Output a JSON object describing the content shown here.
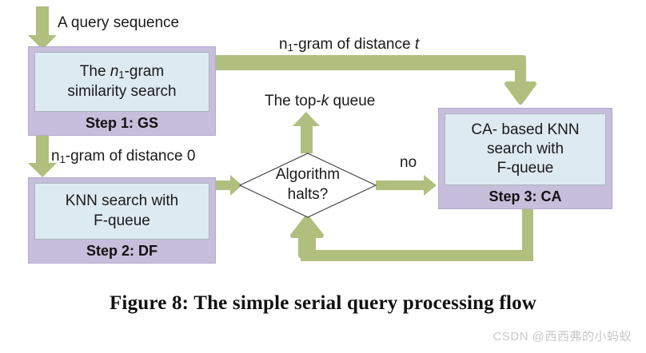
{
  "figure": {
    "caption": "Figure 8: The simple serial query processing flow",
    "watermark": "CSDN @西西弗的小蚂蚁"
  },
  "colors": {
    "arrow": "#b0bf7e",
    "box_outer": "#c6bedb",
    "box_inner": "#deeaf2",
    "diamond_stroke": "#404040",
    "text": "#1a1a1a",
    "watermark": "#c8c8c8"
  },
  "nodes": {
    "step1": {
      "line1_pre": "The ",
      "line1_var": "n",
      "line1_sub": "1",
      "line1_post": "-gram",
      "line2": "similarity search",
      "label": "Step 1: GS"
    },
    "step2": {
      "line1": "KNN search with",
      "line2": "F-queue",
      "label": "Step 2: DF"
    },
    "step3": {
      "line1": "CA- based KNN",
      "line2": "search with",
      "line3": "F-queue",
      "label": "Step 3: CA"
    },
    "decision": {
      "line1": "Algorithm",
      "line2": "halts?"
    }
  },
  "edges": {
    "input": "A query sequence",
    "gs_to_ca_pre": "n",
    "gs_to_ca_sub": "1",
    "gs_to_ca_post": "-gram of distance ",
    "gs_to_ca_var": "t",
    "gs_to_df_pre": "n",
    "gs_to_df_sub": "1",
    "gs_to_df_post": "-gram of distance 0",
    "topk_pre": "The top-",
    "topk_var": "k",
    "topk_post": " queue",
    "no": "no"
  }
}
